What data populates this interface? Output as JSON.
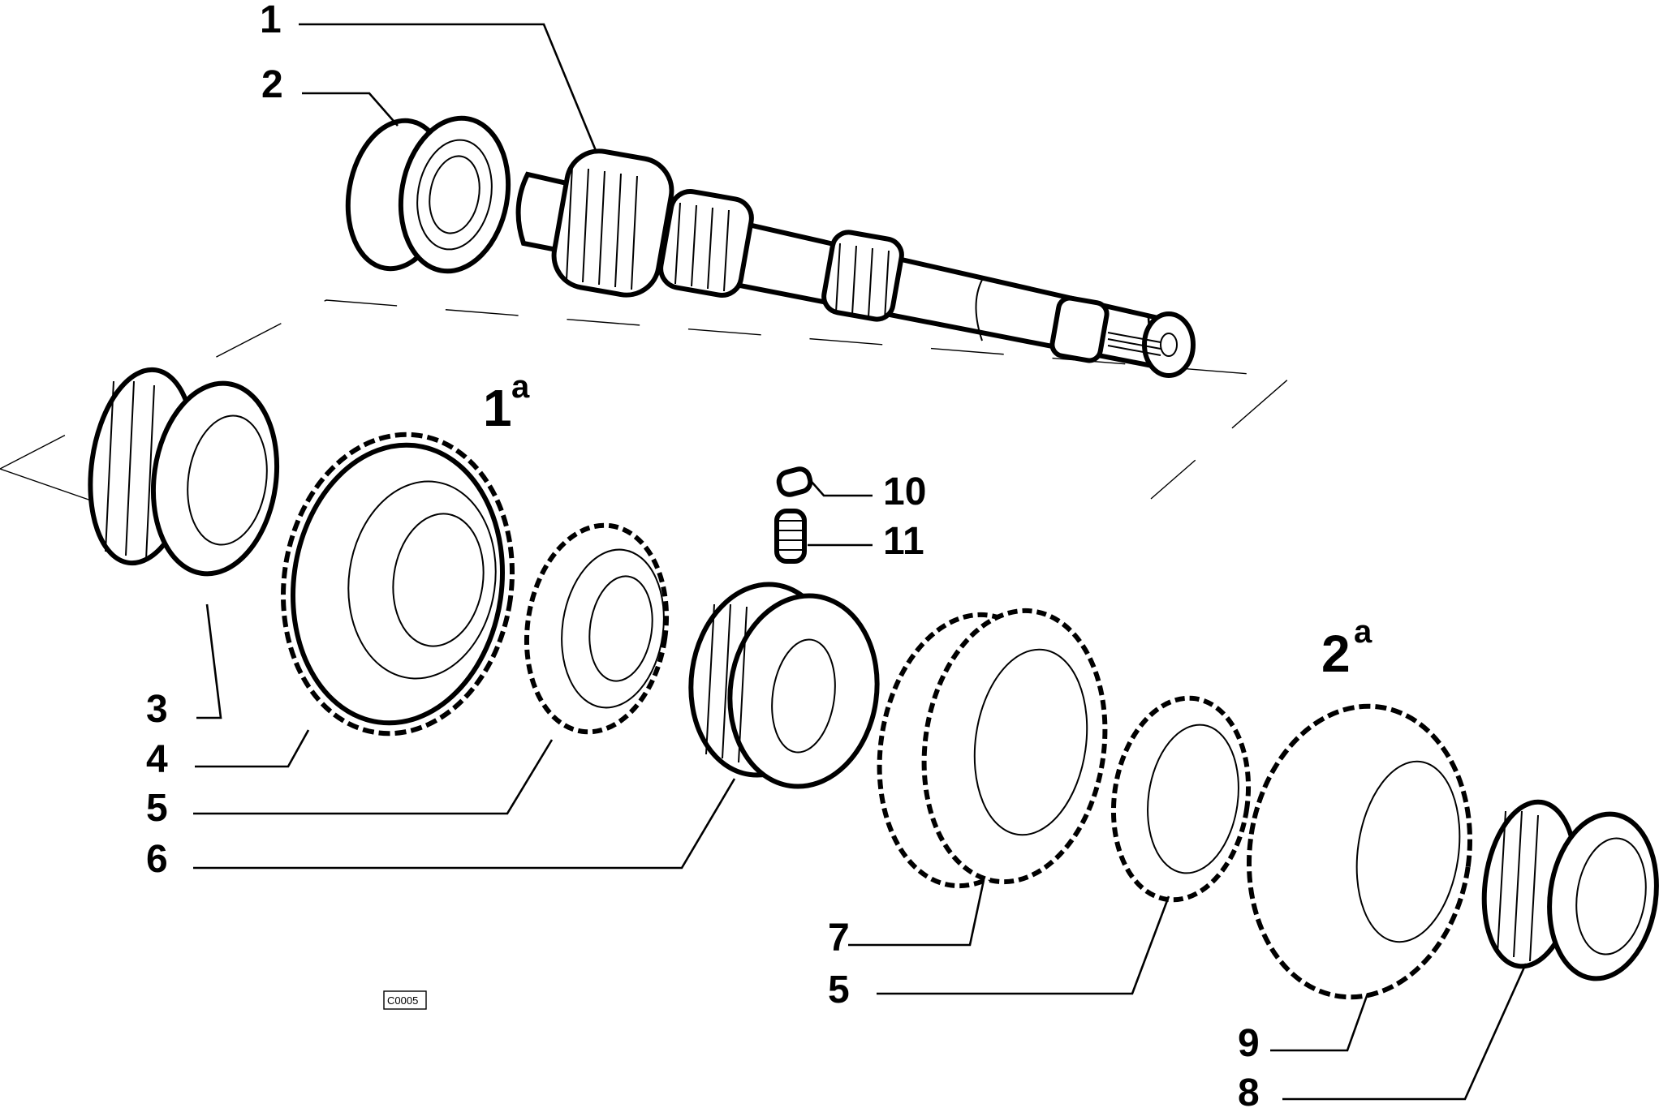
{
  "diagram": {
    "callouts": [
      "1",
      "2",
      "3",
      "4",
      "5",
      "6",
      "7",
      "5",
      "9",
      "8",
      "10",
      "11"
    ],
    "gear_marks": [
      {
        "number": "1",
        "superscript": "a"
      },
      {
        "number": "2",
        "superscript": "a"
      }
    ],
    "drawing_code": "C0005"
  }
}
